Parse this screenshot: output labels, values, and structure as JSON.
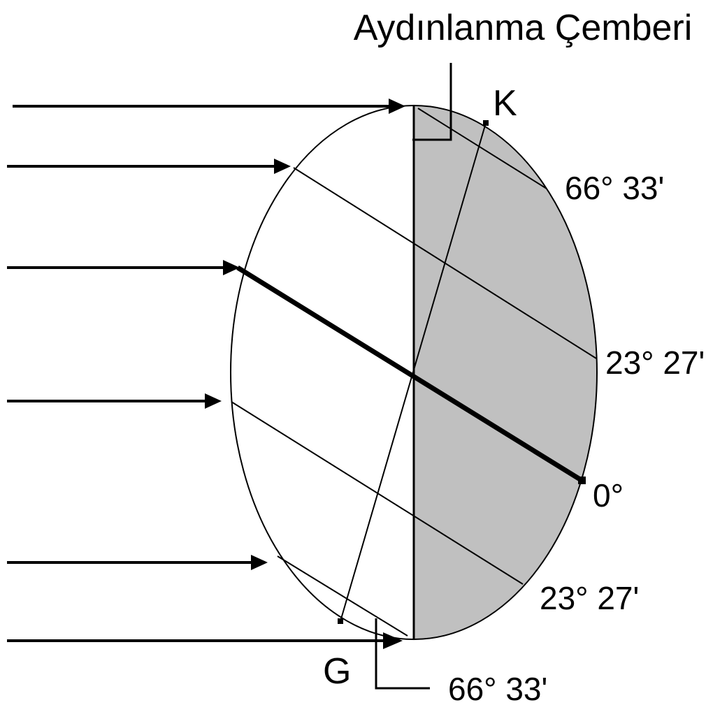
{
  "title": "Aydınlanma Çemberi",
  "pole_north": "K",
  "pole_south": "G",
  "latitude_labels": {
    "arctic": "66° 33'",
    "cancer": "23° 27'",
    "equator": "0°",
    "capricorn": "23° 27'",
    "antarctic": "66° 33'"
  },
  "colors": {
    "night_side": "#c0c0c0",
    "line": "#000000",
    "background": "#ffffff"
  }
}
